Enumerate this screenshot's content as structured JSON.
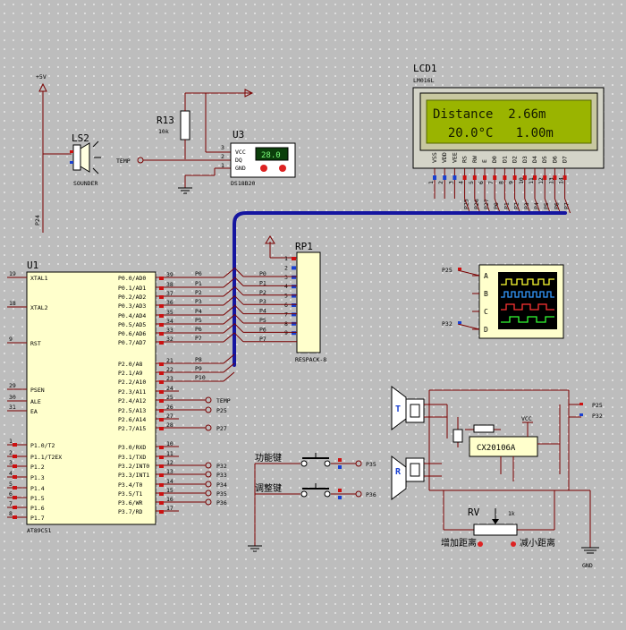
{
  "power": {
    "vcc_5v": "+5V",
    "p24": "P24"
  },
  "sounder": {
    "ref": "LS2",
    "name": "SOUNDER"
  },
  "resistor": {
    "ref": "R13",
    "value": "10k"
  },
  "sensor": {
    "ref": "U3",
    "part": "DS18B20",
    "pins": [
      "VCC",
      "DQ",
      "GND"
    ],
    "display": "28.0",
    "net": "TEMP",
    "pin_numbers": [
      "3",
      "2",
      "1"
    ]
  },
  "lcd": {
    "ref": "LCD1",
    "part": "LM016L",
    "line1": "Distance  2.66m",
    "line2": "  20.0°C   1.00m",
    "pins": [
      "VSS",
      "VDD",
      "VEE",
      "RS",
      "RW",
      "E",
      "D0",
      "D1",
      "D2",
      "D3",
      "D4",
      "D5",
      "D6",
      "D7"
    ],
    "nets": [
      "P25",
      "P26",
      "P27",
      "P0",
      "P1",
      "P2",
      "P3",
      "P4",
      "P5",
      "P6",
      "P7"
    ],
    "pin_numbers": [
      "1",
      "2",
      "3",
      "4",
      "5",
      "6",
      "7",
      "8",
      "9",
      "10",
      "11",
      "12",
      "13",
      "14"
    ]
  },
  "mcu": {
    "ref": "U1",
    "part": "AT89C51",
    "left_pins": [
      {
        "num": "19",
        "name": "XTAL1"
      },
      {
        "num": "18",
        "name": "XTAL2"
      },
      {
        "num": "9",
        "name": "RST"
      },
      {
        "num": "29",
        "name": "PSEN"
      },
      {
        "num": "30",
        "name": "ALE"
      },
      {
        "num": "31",
        "name": "EA"
      },
      {
        "num": "1",
        "name": "P1.0/T2"
      },
      {
        "num": "2",
        "name": "P1.1/T2EX"
      },
      {
        "num": "3",
        "name": "P1.2"
      },
      {
        "num": "4",
        "name": "P1.3"
      },
      {
        "num": "5",
        "name": "P1.4"
      },
      {
        "num": "6",
        "name": "P1.5"
      },
      {
        "num": "7",
        "name": "P1.6"
      },
      {
        "num": "8",
        "name": "P1.7"
      }
    ],
    "right_pins": [
      {
        "num": "39",
        "name": "P0.0/AD0",
        "net": "P0"
      },
      {
        "num": "38",
        "name": "P0.1/AD1",
        "net": "P1"
      },
      {
        "num": "37",
        "name": "P0.2/AD2",
        "net": "P2"
      },
      {
        "num": "36",
        "name": "P0.3/AD3",
        "net": "P3"
      },
      {
        "num": "35",
        "name": "P0.4/AD4",
        "net": "P4"
      },
      {
        "num": "34",
        "name": "P0.5/AD5",
        "net": "P5"
      },
      {
        "num": "33",
        "name": "P0.6/AD6",
        "net": "P6"
      },
      {
        "num": "32",
        "name": "P0.7/AD7",
        "net": "P7"
      },
      {
        "num": "21",
        "name": "P2.0/A8",
        "net": "P8"
      },
      {
        "num": "22",
        "name": "P2.1/A9",
        "net": "P9"
      },
      {
        "num": "23",
        "name": "P2.2/A10",
        "net": "P10"
      },
      {
        "num": "24",
        "name": "P2.3/A11",
        "net": ""
      },
      {
        "num": "25",
        "name": "P2.4/A12",
        "net": "TEMP"
      },
      {
        "num": "26",
        "name": "P2.5/A13",
        "net": "P25"
      },
      {
        "num": "27",
        "name": "P2.6/A14",
        "net": ""
      },
      {
        "num": "28",
        "name": "P2.7/A15",
        "net": "P27"
      },
      {
        "num": "10",
        "name": "P3.0/RXD",
        "net": ""
      },
      {
        "num": "11",
        "name": "P3.1/TXD",
        "net": ""
      },
      {
        "num": "12",
        "name": "P3.2/INT0",
        "net": "P32"
      },
      {
        "num": "13",
        "name": "P3.3/INT1",
        "net": "P33"
      },
      {
        "num": "14",
        "name": "P3.4/T0",
        "net": "P34"
      },
      {
        "num": "15",
        "name": "P3.5/T1",
        "net": "P35"
      },
      {
        "num": "16",
        "name": "P3.6/WR",
        "net": "P36"
      },
      {
        "num": "17",
        "name": "P3.7/RD",
        "net": ""
      }
    ]
  },
  "rpack": {
    "ref": "RP1",
    "part": "RESPACK-8",
    "nets": [
      "P0",
      "P1",
      "P2",
      "P3",
      "P4",
      "P5",
      "P6",
      "P7"
    ],
    "pin_numbers": [
      "1",
      "2",
      "3",
      "4",
      "5",
      "6",
      "7",
      "8",
      "9"
    ]
  },
  "scope": {
    "channels": [
      "A",
      "B",
      "C",
      "D"
    ],
    "nets": [
      "P25",
      "P32"
    ]
  },
  "buttons": [
    {
      "label": "功能键",
      "net": "P35"
    },
    {
      "label": "调整键",
      "net": "P36"
    }
  ],
  "ultrasonic": {
    "chip": "CX20106A",
    "vcc": "VCC",
    "t_label": "T",
    "r_label": "R",
    "nets": [
      "P25",
      "P32"
    ],
    "rv_ref": "RV",
    "rv_value": "1k",
    "increase": "增加距离",
    "decrease": "减小距离",
    "gnd": "GND"
  }
}
